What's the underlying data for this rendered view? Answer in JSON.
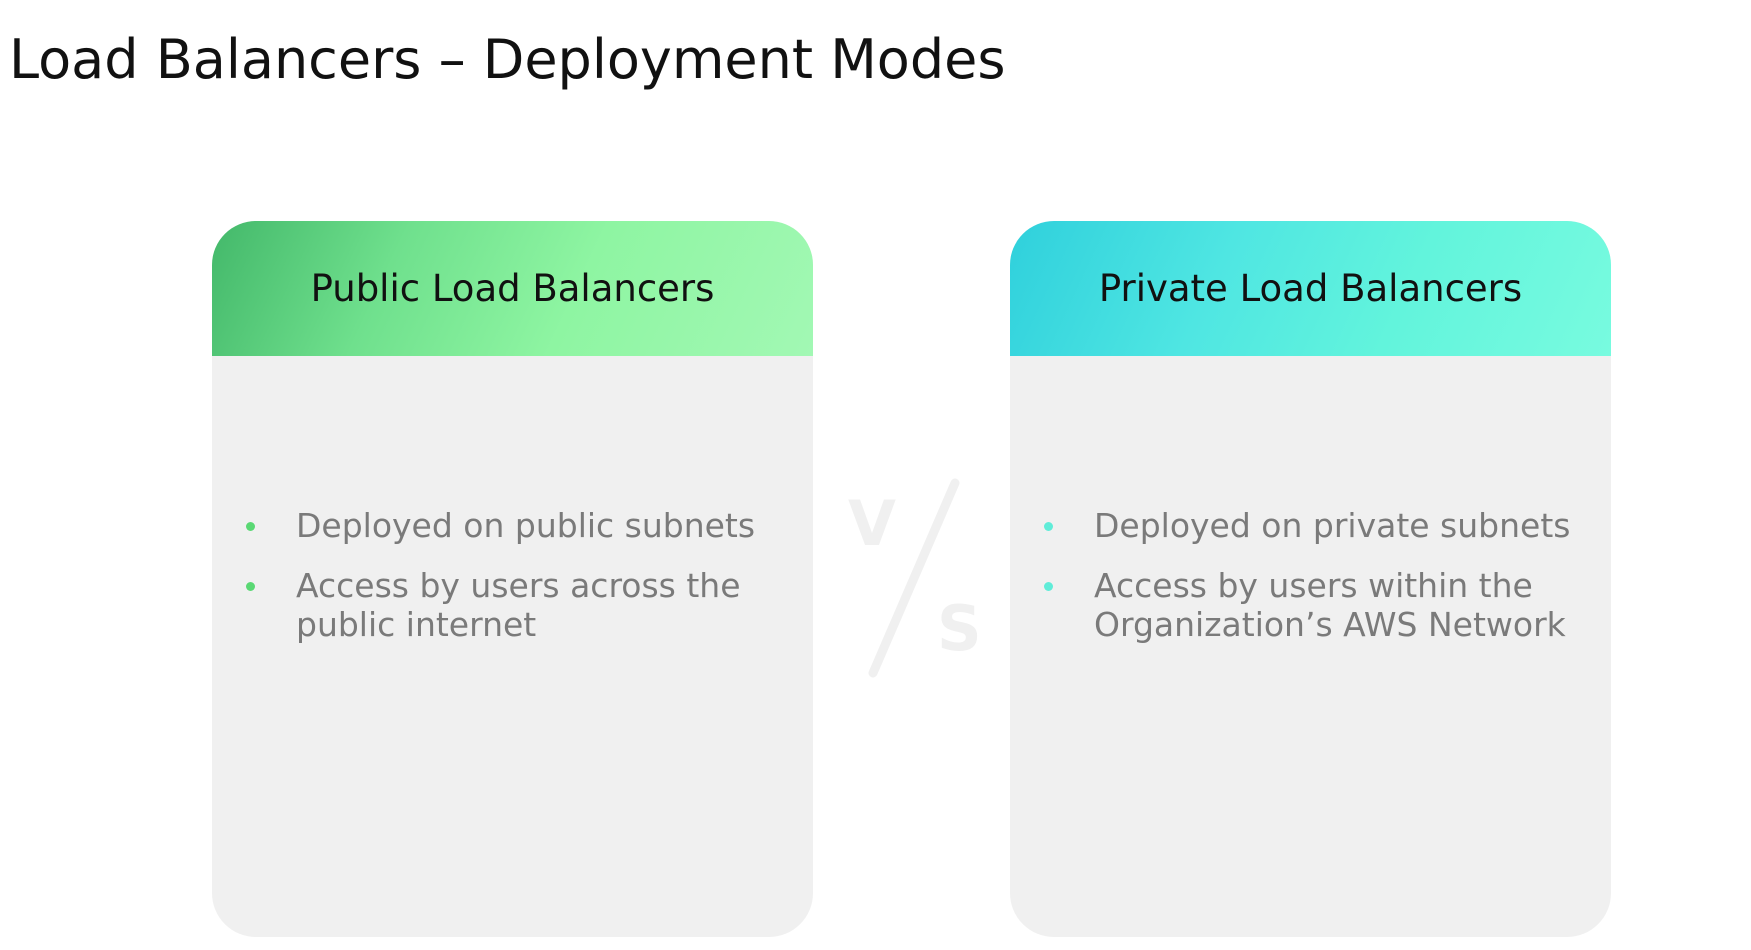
{
  "slide": {
    "title": "Load Balancers – Deployment Modes",
    "vs_mark": {
      "top_letter": "V",
      "bottom_letter": "S"
    },
    "cards": [
      {
        "title": "Public Load Balancers",
        "accent_colors": [
          "#43b86a",
          "#a2f8b4"
        ],
        "bullets": [
          "Deployed on public subnets",
          "Access by users across the public internet"
        ]
      },
      {
        "title": "Private Load Balancers",
        "accent_colors": [
          "#2fd0dc",
          "#78fbdf"
        ],
        "bullets": [
          "Deployed on private subnets",
          "Access by users within the Organization’s AWS Network"
        ]
      }
    ]
  }
}
